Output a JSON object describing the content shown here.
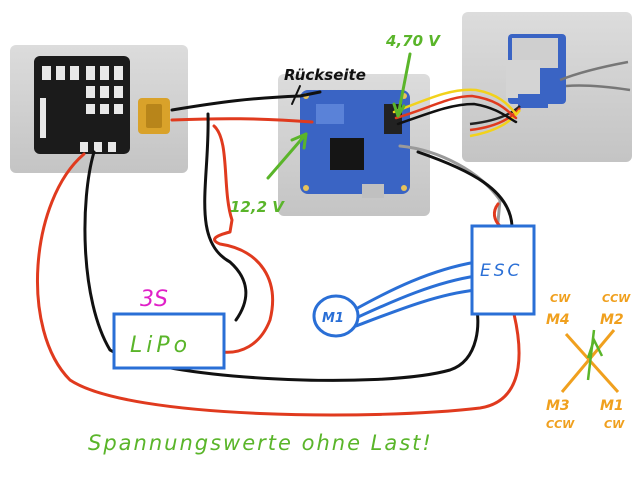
{
  "labels": {
    "rueckseite": "Rückseite",
    "voltage_rx": "4,70 V",
    "voltage_fc": "12,2 V",
    "battery_cells": "3S",
    "battery": "LiPo",
    "esc": "ESC",
    "motor": "M1",
    "caption": "Spannungswerte ohne Last!"
  },
  "motor_layout": {
    "m4": {
      "name": "M4",
      "dir": "CW"
    },
    "m2": {
      "name": "M2",
      "dir": "CCW"
    },
    "m3": {
      "name": "M3",
      "dir": "CCW"
    },
    "m1": {
      "name": "M1",
      "dir": "CW"
    }
  },
  "colors": {
    "wire_red": "#e03a1e",
    "wire_black": "#111111",
    "wire_blue": "#2a6fd6",
    "wire_yellow": "#f2d21b",
    "wire_grey": "#9a9a9a",
    "label_green": "#5ab52a",
    "label_magenta": "#e020c8",
    "label_orange": "#f0a01e"
  }
}
